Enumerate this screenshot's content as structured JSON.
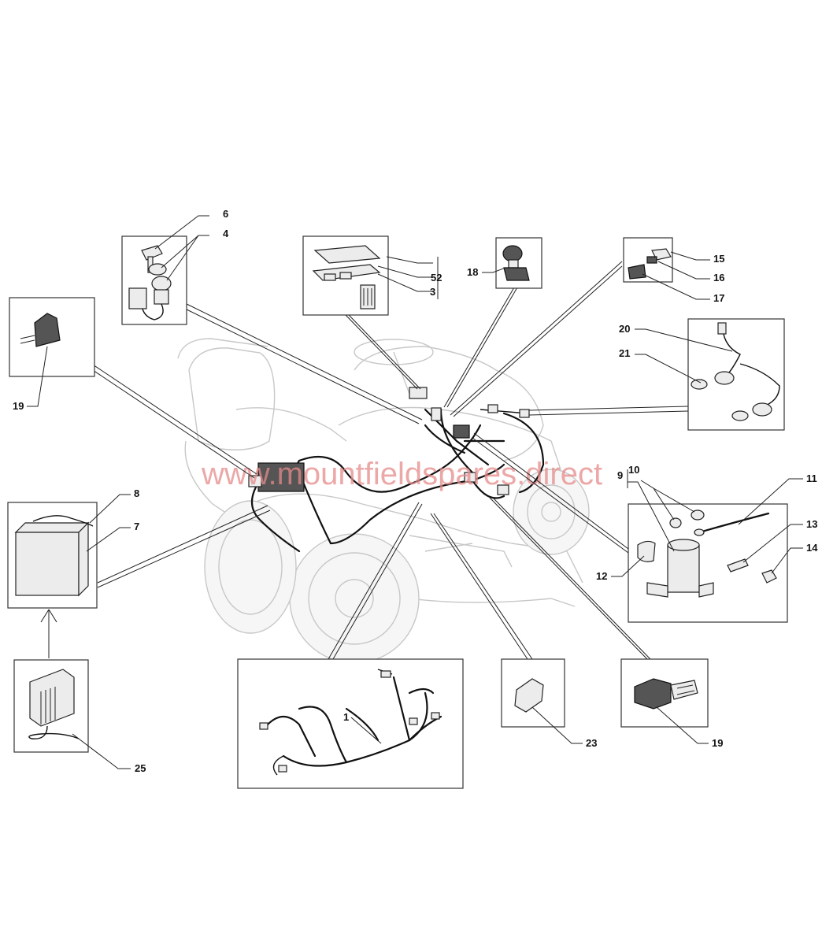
{
  "watermark": "www.mountfieldspares.direct",
  "callouts": {
    "c1": "1",
    "c3": "3",
    "c4": "4",
    "c6": "6",
    "c7": "7",
    "c8": "8",
    "c9": "9",
    "c10": "10",
    "c11": "11",
    "c12": "12",
    "c13": "13",
    "c14": "14",
    "c15": "15",
    "c16": "16",
    "c17": "17",
    "c18": "18",
    "c19a": "19",
    "c19b": "19",
    "c20": "20",
    "c21": "21",
    "c23": "23",
    "c25": "25",
    "c52": "52"
  }
}
